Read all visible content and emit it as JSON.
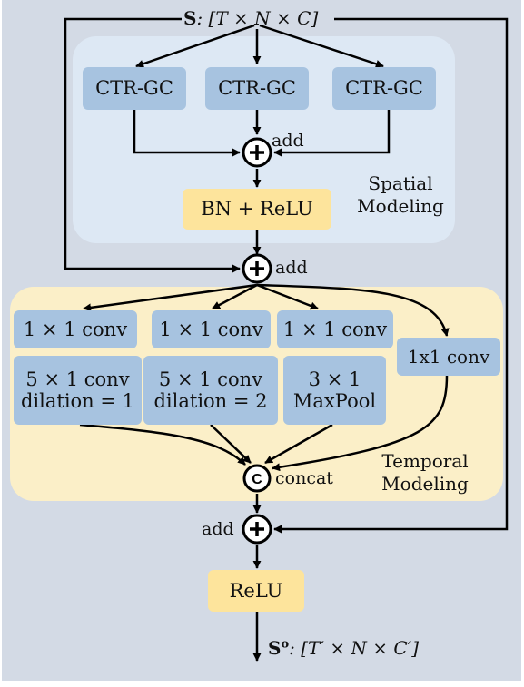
{
  "input": {
    "symbol": "S",
    "shape": ": [T × N × C]"
  },
  "spatial": {
    "branches": [
      "CTR-GC",
      "CTR-GC",
      "CTR-GC"
    ],
    "add_label": "add",
    "norm": "BN + ReLU",
    "label_line1": "Spatial",
    "label_line2": "Modeling"
  },
  "residual_add_label": "add",
  "temporal": {
    "conv1": [
      "1 × 1 conv",
      "1 × 1 conv",
      "1 × 1 conv"
    ],
    "branch1_line1": "5 × 1 conv",
    "branch1_line2": "dilation = 1",
    "branch2_line1": "5 × 1 conv",
    "branch2_line2": "dilation = 2",
    "branch3_line1": "3 × 1",
    "branch3_line2": "MaxPool",
    "branch4": "1x1 conv",
    "concat_symbol": "C",
    "concat_label": "concat",
    "label_line1": "Temporal",
    "label_line2": "Modeling"
  },
  "final_add_label": "add",
  "final_act": "ReLU",
  "output": {
    "symbol": "S",
    "superscript": "o",
    "shape": ": [T′ × N × C′]"
  },
  "colors": {
    "block_blue": "#a7c3e0",
    "block_yellow": "#fde49c",
    "spatial_bg": "#dde8f4",
    "temporal_bg": "#fbefc8",
    "canvas_bg": "#d3dae5"
  }
}
